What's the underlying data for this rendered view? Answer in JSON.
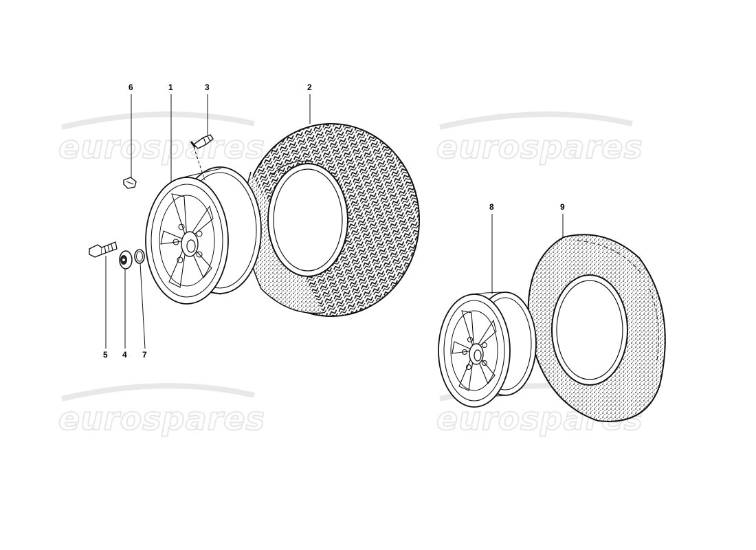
{
  "watermark": {
    "text": "eurospares"
  },
  "callouts": {
    "c1": "1",
    "c2": "2",
    "c3": "3",
    "c4": "4",
    "c5": "5",
    "c6": "6",
    "c7": "7",
    "c8": "8",
    "c9": "9"
  },
  "colors": {
    "ink": "#111111",
    "watermark": "#e6e6e6",
    "background": "#ffffff"
  }
}
